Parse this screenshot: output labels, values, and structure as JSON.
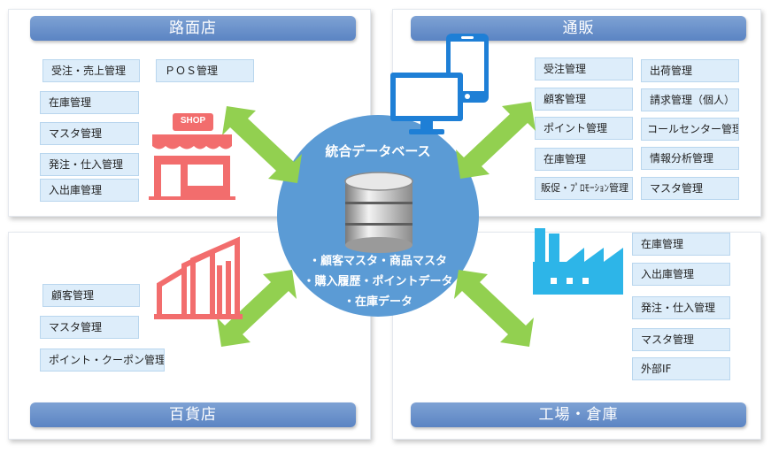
{
  "center": {
    "title": "統合データベース",
    "lines": [
      "・顧客マスタ・商品マスタ",
      "・購入履歴・ポイントデータ",
      "・在庫データ"
    ]
  },
  "panels": {
    "store": {
      "title": "路面店",
      "icon_text": "SHOP",
      "items": [
        "受注・売上管理",
        "ＰＯＳ管理",
        "在庫管理",
        "マスタ管理",
        "発注・仕入管理",
        "入出庫管理"
      ]
    },
    "mail": {
      "title": "通販",
      "items": [
        "受注管理",
        "出荷管理",
        "顧客管理",
        "請求管理（個人）",
        "ポイント管理",
        "コールセンター管理",
        "在庫管理",
        "情報分析管理",
        "販促・ﾌﾟﾛﾓｰｼｮﾝ管理",
        "マスタ管理"
      ]
    },
    "dept": {
      "title": "百貨店",
      "items": [
        "顧客管理",
        "マスタ管理",
        "ポイント・クーポン管理"
      ]
    },
    "factory": {
      "title": "工場・倉庫",
      "items": [
        "在庫管理",
        "入出庫管理",
        "発注・仕入管理",
        "マスタ管理",
        "外部IF"
      ]
    }
  },
  "colors": {
    "banner": "#5b84c3",
    "tag_fill": "#ddedfa",
    "arrow": "#92d050",
    "shop": "#f26d6d",
    "device": "#1e7fd6",
    "factory": "#2db5e8",
    "hub": "#5b9bd5"
  },
  "icons": [
    "shop-icon",
    "smartphone-icon",
    "monitor-icon",
    "department-store-icon",
    "factory-icon",
    "database-icon"
  ]
}
